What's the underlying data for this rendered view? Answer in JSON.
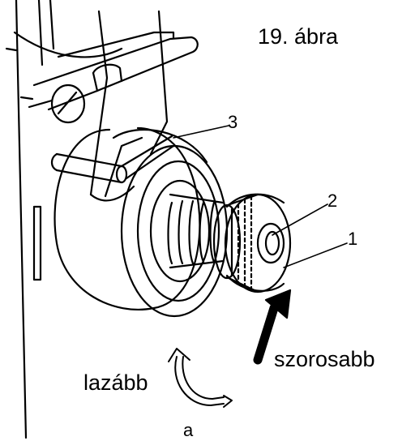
{
  "figure": {
    "title": "19. ábra",
    "direction_tighter": "szorosabb",
    "direction_looser": "lazább",
    "rotation_label": "a",
    "callouts": [
      "1",
      "2",
      "3"
    ]
  },
  "colors": {
    "ink": "#000000",
    "paper": "#ffffff"
  }
}
